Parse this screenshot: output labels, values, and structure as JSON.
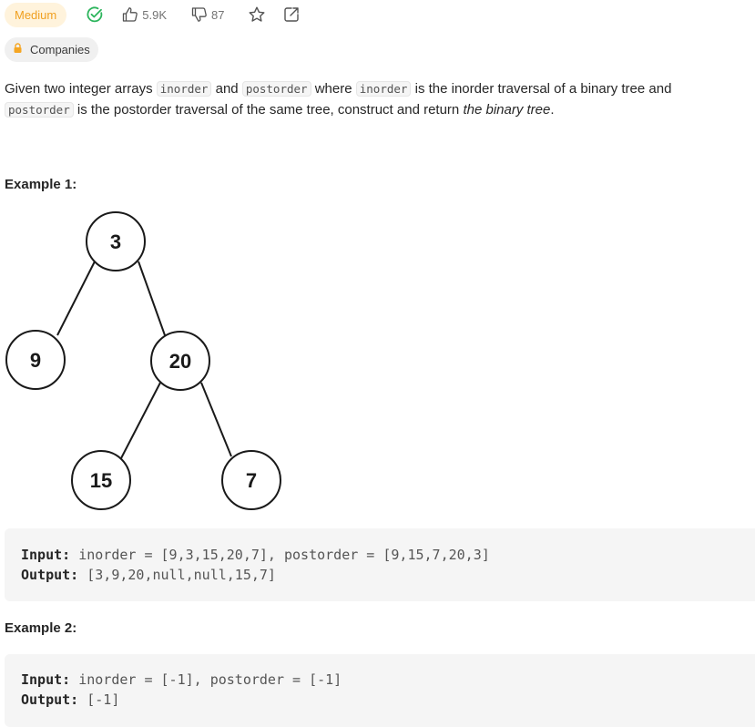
{
  "topbar": {
    "difficulty": "Medium",
    "likes": "5.9K",
    "dislikes": "87"
  },
  "companies_label": "Companies",
  "description": {
    "t1": "Given two integer arrays ",
    "c1": "inorder",
    "t2": " and ",
    "c2": "postorder",
    "t3": " where ",
    "c3": "inorder",
    "t4": " is the inorder traversal of a binary tree and ",
    "c4": "postorder",
    "t5": " is the postorder traversal of the same tree, construct and return ",
    "em": "the binary tree",
    "t6": "."
  },
  "example1": {
    "title": "Example 1:",
    "tree_nodes": [
      "3",
      "9",
      "20",
      "15",
      "7"
    ],
    "input_label": "Input:",
    "input_value": "inorder = [9,3,15,20,7], postorder = [9,15,7,20,3]",
    "output_label": "Output:",
    "output_value": "[3,9,20,null,null,15,7]"
  },
  "example2": {
    "title": "Example 2:",
    "input_label": "Input:",
    "input_value": "inorder = [-1], postorder = [-1]",
    "output_label": "Output:",
    "output_value": "[-1]"
  },
  "colors": {
    "difficulty_bg": "#fff3dc",
    "difficulty_text": "#f0a020",
    "solved_check": "#2db55d",
    "lock": "#f5a623"
  }
}
